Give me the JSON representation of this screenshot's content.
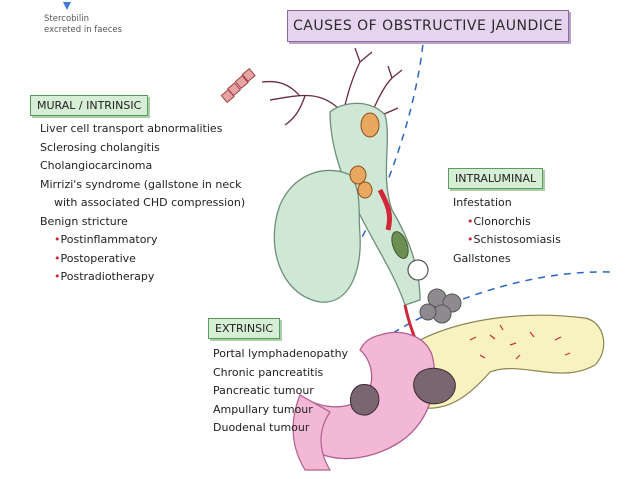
{
  "title": "CAUSES OF OBSTRUCTIVE JAUNDICE",
  "stercobilin": [
    "Stercobilin",
    "excreted in faeces"
  ],
  "mural": {
    "heading": "MURAL / INTRINSIC",
    "items": [
      "Liver cell transport abnormalities",
      "Sclerosing cholangitis",
      "Cholangiocarcinoma",
      "Mirrizi's syndrome (gallstone in neck",
      "with associated CHD compression)",
      "Benign stricture"
    ],
    "sub_items": [
      "Postinflammatory",
      "Postoperative",
      "Postradiotherapy"
    ]
  },
  "intraluminal": {
    "heading": "INTRALUMINAL",
    "infestation": "Infestation",
    "sub_items": [
      "Clonorchis",
      "Schistosomiasis"
    ],
    "gallstones": "Gallstones"
  },
  "extrinsic": {
    "heading": "EXTRINSIC",
    "items": [
      "Portal lymphadenopathy",
      "Chronic pancreatitis",
      "Pancreatic tumour",
      "Ampullary tumour",
      "Duodenal tumour"
    ]
  },
  "colors": {
    "title_bg": "#e6d3ee",
    "category_bg": "#d6eed6",
    "gallbladder": "#cfe8d6",
    "duodenum": "#f2b8d6",
    "pancreas": "#f8f2c0",
    "bullet": "#d0283a",
    "divider": "#2a66c9"
  },
  "icons": [
    "arrow-down-icon",
    "bullet-icon"
  ]
}
